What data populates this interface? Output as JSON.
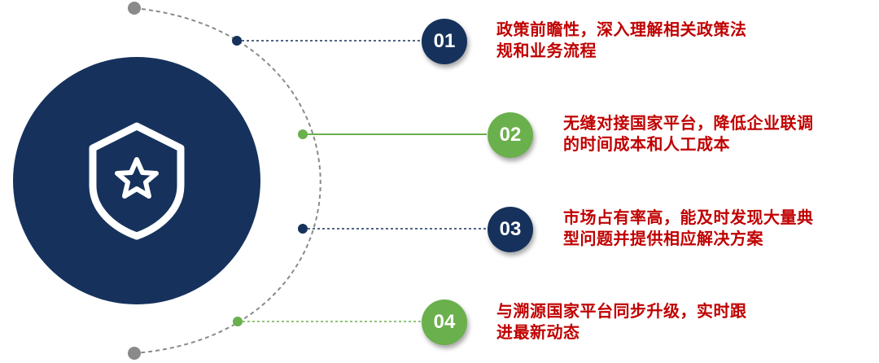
{
  "colors": {
    "navy": "#16325c",
    "green": "#6ab04c",
    "gray": "#8a8a8a",
    "text_red": "#c00000"
  },
  "center_icon": "shield-star-icon",
  "items": [
    {
      "number": "01",
      "line1": "政策前瞻性，深入理解相关政策法",
      "line2": "规和业务流程",
      "color": "navy"
    },
    {
      "number": "02",
      "line1": "无缝对接国家平台，降低企业联调",
      "line2": "的时间成本和人工成本",
      "color": "green"
    },
    {
      "number": "03",
      "line1": "市场占有率高，能及时发现大量典",
      "line2": "型问题并提供相应解决方案",
      "color": "navy"
    },
    {
      "number": "04",
      "line1": "与溯源国家平台同步升级，实时跟",
      "line2": "进最新动态",
      "color": "green"
    }
  ]
}
